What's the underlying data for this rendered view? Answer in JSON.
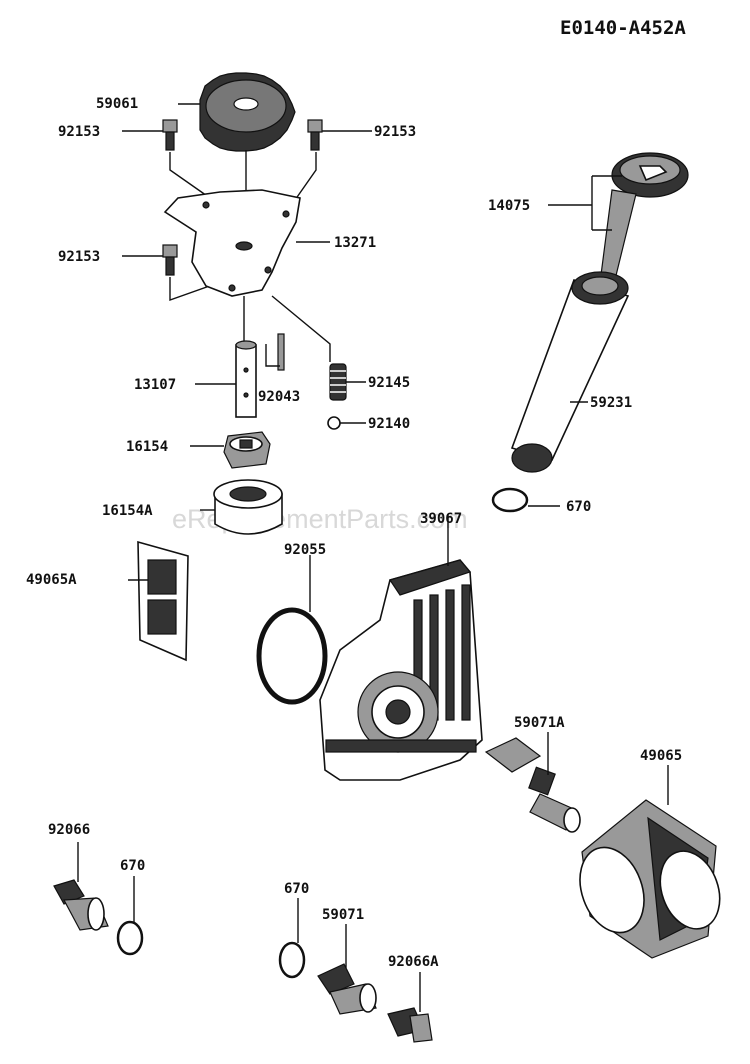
{
  "diagram_code": "E0140-A452A",
  "watermark": "eReplacementParts.com",
  "labels": {
    "p59061": "59061",
    "p92153_a": "92153",
    "p92153_b": "92153",
    "p92153_c": "92153",
    "p13271": "13271",
    "p14075": "14075",
    "p59231": "59231",
    "p13107": "13107",
    "p92043": "92043",
    "p92145": "92145",
    "p92140": "92140",
    "p16154": "16154",
    "p16154A": "16154A",
    "p39067": "39067",
    "p670_a": "670",
    "p49065A": "49065A",
    "p92055": "92055",
    "p59071A": "59071A",
    "p49065": "49065",
    "p92066": "92066",
    "p670_b": "670",
    "p670_c": "670",
    "p59071": "59071",
    "p92066A": "92066A"
  }
}
